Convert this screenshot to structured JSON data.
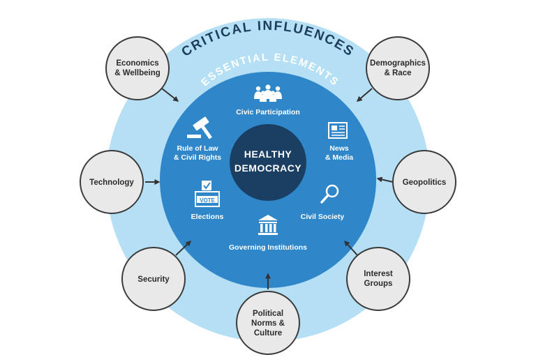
{
  "diagram": {
    "outer_ring_title": "CRITICAL INFLUENCES",
    "inner_ring_title": "ESSENTIAL ELEMENTS",
    "center": {
      "line1": "HEALTHY",
      "line2": "DEMOCRACY"
    },
    "elements": {
      "civic_participation": "Civic Participation",
      "news_line1": "News",
      "news_line2": "& Media",
      "civil_society": "Civil Society",
      "governing_institutions": "Governing Institutions",
      "elections": "Elections",
      "vote_label": "VOTE",
      "rule_line1": "Rule of Law",
      "rule_line2": "& Civil Rights"
    },
    "influences": {
      "economics_line1": "Economics",
      "economics_line2": "& Wellbeing",
      "demographics_line1": "Demographics",
      "demographics_line2": "& Race",
      "technology": "Technology",
      "geopolitics": "Geopolitics",
      "security": "Security",
      "interest_line1": "Interest",
      "interest_line2": "Groups",
      "political_line1": "Political",
      "political_line2": "Norms &",
      "political_line3": "Culture"
    },
    "colors": {
      "outer_ring": "#b5dff4",
      "inner_circle": "#2f87c9",
      "center_circle": "#1b3f63",
      "influence_fill": "#e9e9e9",
      "influence_stroke": "#3a3a3a",
      "title_dark": "#1d3d5c"
    }
  }
}
